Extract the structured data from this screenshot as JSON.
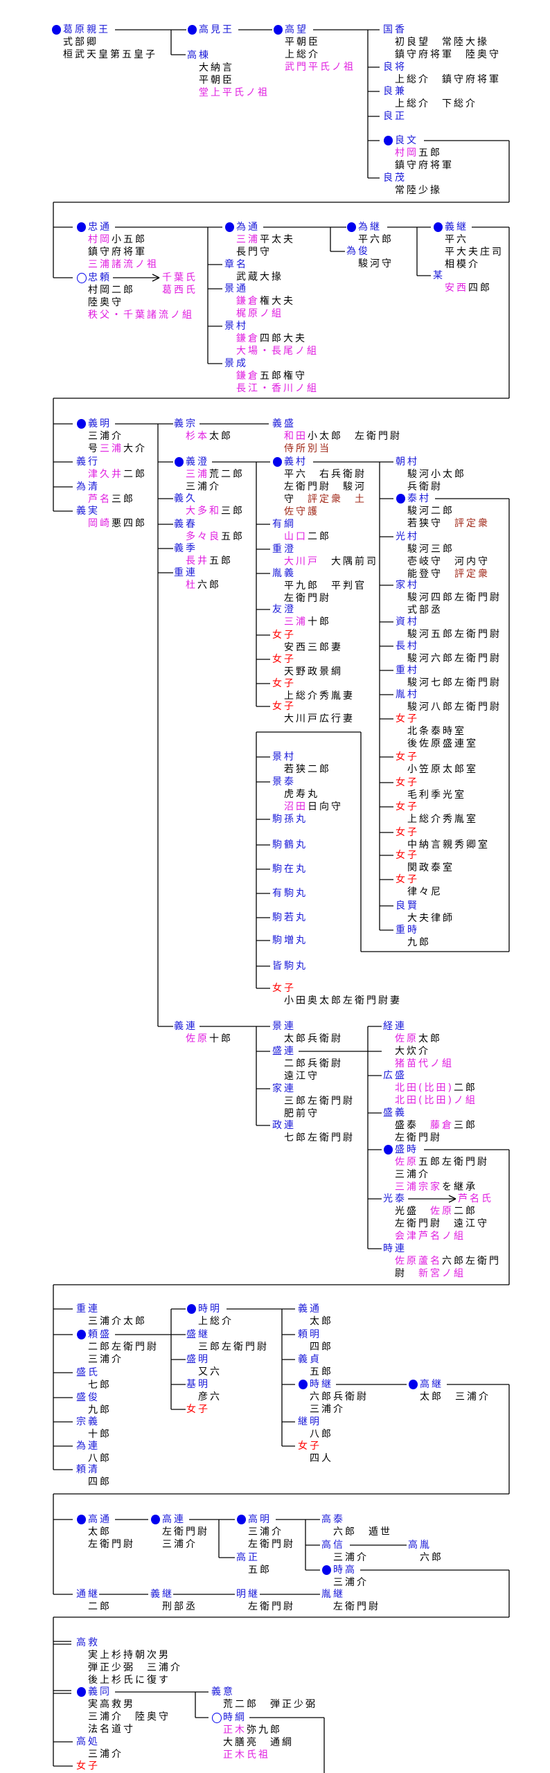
{
  "colors": {
    "name": "#1a1ad8",
    "f": "#ff0000",
    "k": "#000000",
    "m": "#e020e0",
    "r": "#a02818",
    "line": "#000000"
  },
  "branch_labels": [
    "千葉氏",
    "葛西氏",
    "芦名氏"
  ],
  "nodes": [
    {
      "name": "葛原親王",
      "mark": "filled",
      "details": [
        "式部卿",
        "桓武天皇第五皇子"
      ]
    },
    {
      "name": "高見王",
      "mark": "filled",
      "details": []
    },
    {
      "name": "高棟",
      "details": [
        "大納言",
        "平朝臣",
        [
          [
            "堂上平氏ノ祖",
            "m"
          ]
        ]
      ]
    },
    {
      "name": "高望",
      "mark": "filled",
      "details": [
        "平朝臣",
        "上総介",
        [
          [
            "武門平氏ノ祖",
            "m"
          ]
        ]
      ]
    },
    {
      "name": "国香",
      "details": [
        "初良望　常陸大掾",
        "鎮守府将軍　陸奥守"
      ]
    },
    {
      "name": "良将",
      "details": [
        "上総介　鎮守府将軍"
      ]
    },
    {
      "name": "良兼",
      "details": [
        "上総介　下総介"
      ]
    },
    {
      "name": "良正",
      "details": []
    },
    {
      "name": "良文",
      "mark": "filled",
      "details": [
        [
          [
            "村岡",
            "m"
          ],
          [
            "五郎",
            "k"
          ]
        ],
        "鎮守府将軍"
      ]
    },
    {
      "name": "良茂",
      "details": [
        "常陸少掾"
      ]
    },
    {
      "name": "忠通",
      "mark": "filled",
      "details": [
        [
          [
            "村岡",
            "m"
          ],
          [
            "小五郎",
            "k"
          ]
        ],
        "鎮守府将軍",
        [
          [
            "三浦諸流ノ祖",
            "m"
          ]
        ]
      ]
    },
    {
      "name": "忠頼",
      "mark": "hollow",
      "details": [
        "村岡二郎",
        "陸奥守",
        [
          [
            "秩父・千葉諸流ノ組",
            "m"
          ]
        ]
      ]
    },
    {
      "name": "為通",
      "mark": "filled",
      "details": [
        [
          [
            "三浦",
            "m"
          ],
          [
            "平太夫",
            "k"
          ]
        ],
        "長門守"
      ]
    },
    {
      "name": "章名",
      "details": [
        "武蔵大掾"
      ]
    },
    {
      "name": "景通",
      "details": [
        [
          [
            "鎌倉",
            "m"
          ],
          [
            "権大夫",
            "k"
          ]
        ],
        [
          [
            "梶原ノ組",
            "m"
          ]
        ]
      ]
    },
    {
      "name": "景村",
      "details": [
        [
          [
            "鎌倉",
            "m"
          ],
          [
            "四郎大夫",
            "k"
          ]
        ],
        [
          [
            "大場・長尾ノ組",
            "m"
          ]
        ]
      ]
    },
    {
      "name": "景成",
      "details": [
        [
          [
            "鎌倉",
            "m"
          ],
          [
            "五郎権守",
            "k"
          ]
        ],
        [
          [
            "長江・香川ノ組",
            "m"
          ]
        ]
      ]
    },
    {
      "name": "為継",
      "mark": "filled",
      "details": [
        "平六郎"
      ]
    },
    {
      "name": "為俊",
      "details": [
        "駿河守"
      ]
    },
    {
      "name": "義継",
      "mark": "filled",
      "details": [
        "平六",
        "平大夫庄司",
        "相模介"
      ]
    },
    {
      "name": "某",
      "details": [
        [
          [
            "安西",
            "m"
          ],
          [
            "四郎",
            "k"
          ]
        ]
      ]
    },
    {
      "name": "義明",
      "mark": "filled",
      "details": [
        "三浦介",
        [
          [
            "号",
            "k"
          ],
          [
            "三浦",
            "m"
          ],
          [
            "大介",
            "k"
          ]
        ]
      ]
    },
    {
      "name": "義行",
      "details": [
        [
          [
            "津久井",
            "m"
          ],
          [
            "二郎",
            "k"
          ]
        ]
      ]
    },
    {
      "name": "為清",
      "details": [
        [
          [
            "芦名",
            "m"
          ],
          [
            "三郎",
            "k"
          ]
        ]
      ]
    },
    {
      "name": "義実",
      "details": [
        [
          [
            "岡崎",
            "m"
          ],
          [
            "悪四郎",
            "k"
          ]
        ]
      ]
    },
    {
      "name": "義宗",
      "details": [
        [
          [
            "杉本",
            "m"
          ],
          [
            "太郎",
            "k"
          ]
        ]
      ]
    },
    {
      "name": "義盛",
      "details": [
        [
          [
            "和田",
            "m"
          ],
          [
            "小太郎　左衛門尉",
            "k"
          ]
        ],
        [
          [
            "侍所別当",
            "r"
          ]
        ]
      ]
    },
    {
      "name": "義澄",
      "mark": "filled",
      "details": [
        [
          [
            "三浦",
            "m"
          ],
          [
            "荒二郎",
            "k"
          ]
        ],
        "三浦介"
      ]
    },
    {
      "name": "義久",
      "details": [
        [
          [
            "大多和",
            "m"
          ],
          [
            "三郎",
            "k"
          ]
        ]
      ]
    },
    {
      "name": "義春",
      "details": [
        [
          [
            "多々良",
            "m"
          ],
          [
            "五郎",
            "k"
          ]
        ]
      ]
    },
    {
      "name": "義季",
      "details": [
        [
          [
            "長井",
            "m"
          ],
          [
            "五郎",
            "k"
          ]
        ]
      ]
    },
    {
      "name": "重連",
      "details": [
        [
          [
            "杜",
            "m"
          ],
          [
            "六郎",
            "k"
          ]
        ]
      ]
    },
    {
      "name": "義村",
      "mark": "filled",
      "details": [
        "平六　右兵衛尉",
        "左衛門尉　駿河",
        [
          [
            "守　",
            "k"
          ],
          [
            "評定衆　土",
            "r"
          ]
        ],
        [
          [
            "佐守護",
            "r"
          ]
        ]
      ]
    },
    {
      "name": "有綱",
      "details": [
        [
          [
            "山口",
            "m"
          ],
          [
            "二郎",
            "k"
          ]
        ]
      ]
    },
    {
      "name": "重澄",
      "details": [
        [
          [
            "大川戸",
            "m"
          ],
          [
            "　大隅前司",
            "k"
          ]
        ]
      ]
    },
    {
      "name": "胤義",
      "details": [
        "平九郎　平判官",
        "左衛門尉"
      ]
    },
    {
      "name": "友澄",
      "details": [
        [
          [
            "三浦",
            "m"
          ],
          [
            "十郎",
            "k"
          ]
        ]
      ]
    },
    {
      "name": "女子",
      "nc": "f",
      "details": [
        "安西三郎妻"
      ]
    },
    {
      "name": "女子",
      "nc": "f",
      "details": [
        "天野政景綱"
      ]
    },
    {
      "name": "女子",
      "nc": "f",
      "details": [
        "上総介秀胤妻"
      ]
    },
    {
      "name": "女子",
      "nc": "f",
      "details": [
        "大川戸広行妻"
      ]
    },
    {
      "name": "朝村",
      "details": [
        "駿河小太郎",
        "兵衛尉"
      ]
    },
    {
      "name": "泰村",
      "mark": "filled",
      "details": [
        "駿河二郎",
        [
          [
            "若狭守　",
            "k"
          ],
          [
            "評定衆",
            "r"
          ]
        ]
      ]
    },
    {
      "name": "光村",
      "details": [
        "駿河三郎",
        "壱岐守　河内守",
        [
          [
            "能登守　",
            "k"
          ],
          [
            "評定衆",
            "r"
          ]
        ]
      ]
    },
    {
      "name": "家村",
      "details": [
        "駿河四郎左衛門尉",
        "式部丞"
      ]
    },
    {
      "name": "資村",
      "details": [
        "駿河五郎左衛門尉"
      ]
    },
    {
      "name": "長村",
      "details": [
        "駿河六郎左衛門尉"
      ]
    },
    {
      "name": "重村",
      "details": [
        "駿河七郎左衛門尉"
      ]
    },
    {
      "name": "胤村",
      "details": [
        "駿河八郎左衛門尉"
      ]
    },
    {
      "name": "女子",
      "nc": "f",
      "details": [
        "北条泰時室",
        "後佐原盛連室"
      ]
    },
    {
      "name": "女子",
      "nc": "f",
      "details": [
        "小笠原太郎室"
      ]
    },
    {
      "name": "女子",
      "nc": "f",
      "details": [
        "毛利季光室"
      ]
    },
    {
      "name": "女子",
      "nc": "f",
      "details": [
        "上総介秀胤室"
      ]
    },
    {
      "name": "女子",
      "nc": "f",
      "details": [
        "中納言親秀卿室"
      ]
    },
    {
      "name": "女子",
      "nc": "f",
      "details": [
        "関政泰室"
      ]
    },
    {
      "name": "女子",
      "nc": "f",
      "details": [
        "律々尼"
      ]
    },
    {
      "name": "良賢",
      "details": [
        "大夫律師"
      ]
    },
    {
      "name": "重時",
      "details": [
        "九郎"
      ]
    },
    {
      "name": "景村",
      "details": [
        "若狭二郎"
      ]
    },
    {
      "name": "景泰",
      "details": [
        "虎寿丸",
        [
          [
            "沼田",
            "m"
          ],
          [
            "日向守",
            "k"
          ]
        ]
      ]
    },
    {
      "name": "駒孫丸",
      "details": []
    },
    {
      "name": "駒鶴丸",
      "details": []
    },
    {
      "name": "駒在丸",
      "details": []
    },
    {
      "name": "有駒丸",
      "details": []
    },
    {
      "name": "駒若丸",
      "details": []
    },
    {
      "name": "駒増丸",
      "details": []
    },
    {
      "name": "皆駒丸",
      "details": []
    },
    {
      "name": "女子",
      "nc": "f",
      "details": [
        "小田奥太郎左衛門尉妻"
      ]
    },
    {
      "name": "義連",
      "details": [
        [
          [
            "佐原",
            "m"
          ],
          [
            "十郎",
            "k"
          ]
        ]
      ]
    },
    {
      "name": "景連",
      "details": [
        "太郎兵衛尉"
      ]
    },
    {
      "name": "盛連",
      "details": [
        "二郎兵衛尉",
        "遠江守"
      ]
    },
    {
      "name": "家連",
      "details": [
        "三郎左衛門尉",
        "肥前守"
      ]
    },
    {
      "name": "政連",
      "details": [
        "七郎左衛門尉"
      ]
    },
    {
      "name": "経連",
      "details": [
        [
          [
            "佐原",
            "m"
          ],
          [
            "太郎",
            "k"
          ]
        ],
        "大炊介",
        [
          [
            "猪苗代ノ組",
            "m"
          ]
        ]
      ]
    },
    {
      "name": "広盛",
      "details": [
        [
          [
            "北田(比田)",
            "m"
          ],
          [
            "二郎",
            "k"
          ]
        ],
        [
          [
            "北田(比田)ノ組",
            "m"
          ]
        ]
      ]
    },
    {
      "name": "盛義",
      "details": [
        [
          [
            "盛泰　",
            "k"
          ],
          [
            "藤倉",
            "m"
          ],
          [
            "三郎",
            "k"
          ]
        ],
        "左衛門尉"
      ]
    },
    {
      "name": "盛時",
      "mark": "filled",
      "details": [
        [
          [
            "佐原",
            "m"
          ],
          [
            "五郎左衛門尉",
            "k"
          ]
        ],
        "三浦介",
        [
          [
            "三浦宗家",
            "m"
          ],
          [
            "を継承",
            "k"
          ]
        ]
      ]
    },
    {
      "name": "光泰",
      "details": [
        [
          [
            "光盛　",
            "k"
          ],
          [
            "佐原",
            "m"
          ],
          [
            "二郎",
            "k"
          ]
        ],
        "左衛門尉　遠江守",
        [
          [
            "会津芦名ノ組",
            "m"
          ]
        ]
      ]
    },
    {
      "name": "時連",
      "details": [
        [
          [
            "佐原蘆名",
            "m"
          ],
          [
            "六郎左衛門",
            "k"
          ]
        ],
        [
          [
            "尉　",
            "k"
          ],
          [
            "新宮ノ組",
            "m"
          ]
        ]
      ]
    },
    {
      "name": "重連",
      "details": [
        "三浦介太郎"
      ]
    },
    {
      "name": "頼盛",
      "mark": "filled",
      "details": [
        "二郎左衛門尉",
        "三浦介"
      ]
    },
    {
      "name": "盛氏",
      "details": [
        "七郎"
      ]
    },
    {
      "name": "盛俊",
      "details": [
        "九郎"
      ]
    },
    {
      "name": "宗義",
      "details": [
        "十郎"
      ]
    },
    {
      "name": "為連",
      "details": [
        "八郎"
      ]
    },
    {
      "name": "頼清",
      "details": [
        "四郎"
      ]
    },
    {
      "name": "時明",
      "mark": "filled",
      "details": [
        "上総介"
      ]
    },
    {
      "name": "盛継",
      "details": [
        "三郎左衛門尉"
      ]
    },
    {
      "name": "盛明",
      "details": [
        "又六"
      ]
    },
    {
      "name": "基明",
      "details": [
        "彦六"
      ]
    },
    {
      "name": "女子",
      "nc": "f",
      "details": []
    },
    {
      "name": "義通",
      "details": [
        "太郎"
      ]
    },
    {
      "name": "頼明",
      "details": [
        "四郎"
      ]
    },
    {
      "name": "義貞",
      "details": [
        "五郎"
      ]
    },
    {
      "name": "時継",
      "mark": "filled",
      "details": [
        "六郎兵衛尉",
        "三浦介"
      ]
    },
    {
      "name": "継明",
      "details": [
        "八郎"
      ]
    },
    {
      "name": "女子",
      "nc": "f",
      "details": [
        "四人"
      ]
    },
    {
      "name": "高継",
      "mark": "filled",
      "details": [
        "太郎　三浦介"
      ]
    },
    {
      "name": "高通",
      "mark": "filled",
      "details": [
        "太郎",
        "左衛門尉"
      ]
    },
    {
      "name": "高連",
      "mark": "filled",
      "details": [
        "左衛門尉",
        "三浦介"
      ]
    },
    {
      "name": "高明",
      "mark": "filled",
      "details": [
        "三浦介",
        "左衛門尉"
      ]
    },
    {
      "name": "高正",
      "details": [
        "五郎"
      ]
    },
    {
      "name": "高泰",
      "details": [
        "六郎　遁世"
      ]
    },
    {
      "name": "高信",
      "details": [
        "三浦介"
      ]
    },
    {
      "name": "高胤",
      "details": [
        "六郎"
      ]
    },
    {
      "name": "時高",
      "mark": "filled",
      "details": [
        "三浦介"
      ]
    },
    {
      "name": "通継",
      "details": [
        "二郎"
      ]
    },
    {
      "name": "義継",
      "details": [
        "刑部丞"
      ]
    },
    {
      "name": "明継",
      "details": [
        "左衛門尉"
      ]
    },
    {
      "name": "胤継",
      "details": [
        "左衛門尉"
      ]
    },
    {
      "name": "高救",
      "details": [
        "実上杉持朝次男",
        "弾正少弼　三浦介",
        "後上杉氏に復す"
      ]
    },
    {
      "name": "義同",
      "mark": "filled",
      "details": [
        "実高救男",
        "三浦介　陸奥守",
        "法名道寸"
      ]
    },
    {
      "name": "高処",
      "details": [
        "三浦介"
      ]
    },
    {
      "name": "女子",
      "nc": "f",
      "details": []
    },
    {
      "name": "義意",
      "details": [
        "荒二郎　弾正少弼"
      ]
    },
    {
      "name": "時綱",
      "mark": "hollow",
      "details": [
        [
          [
            "正木",
            "m"
          ],
          [
            "弥九郎",
            "k"
          ]
        ],
        "大膳亮　通綱",
        [
          [
            "正木氏祖",
            "m"
          ]
        ]
      ]
    }
  ]
}
